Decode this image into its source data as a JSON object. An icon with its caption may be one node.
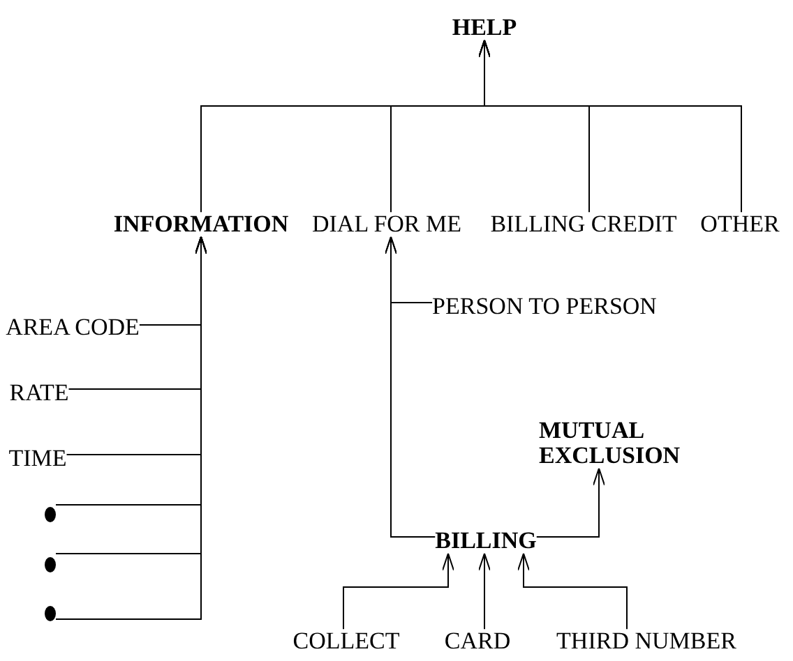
{
  "diagram": {
    "nodes": [
      {
        "text": [
          "HELP"
        ]
      },
      {
        "text": [
          "INFORMATION"
        ]
      },
      {
        "text": [
          "DIAL FOR ME"
        ]
      },
      {
        "text": [
          "BILLING CREDIT"
        ]
      },
      {
        "text": [
          "OTHER"
        ]
      },
      {
        "text": [
          "AREA CODE"
        ]
      },
      {
        "text": [
          "RATE"
        ]
      },
      {
        "text": [
          "TIME"
        ]
      },
      {
        "text": [],
        "shape": "circle"
      },
      {
        "text": [],
        "shape": "circle"
      },
      {
        "text": [],
        "shape": "circle"
      },
      {
        "text": [
          "PERSON TO PERSON"
        ]
      },
      {
        "text": [
          "BILLING"
        ]
      },
      {
        "text": [
          "MUTUAL EXCLUSION"
        ]
      },
      {
        "text": [
          "COLLECT"
        ]
      },
      {
        "text": [
          "CARD"
        ]
      },
      {
        "text": [
          "THIRD NUMBER"
        ]
      }
    ],
    "edges": [
      {
        "from": 1,
        "to": 0,
        "arrow": "to"
      },
      {
        "from": 2,
        "to": 0,
        "arrow": "to"
      },
      {
        "from": 3,
        "to": 0,
        "arrow": "to"
      },
      {
        "from": 4,
        "to": 0,
        "arrow": "to"
      },
      {
        "from": 5,
        "to": 1,
        "arrow": "to"
      },
      {
        "from": 6,
        "to": 1,
        "arrow": "to"
      },
      {
        "from": 7,
        "to": 1,
        "arrow": "to"
      },
      {
        "from": 8,
        "to": 1,
        "arrow": "to"
      },
      {
        "from": 9,
        "to": 1,
        "arrow": "to"
      },
      {
        "from": 10,
        "to": 1,
        "arrow": "to"
      },
      {
        "from": 11,
        "to": 2,
        "arrow": "to"
      },
      {
        "from": 12,
        "to": 2,
        "arrow": "to"
      },
      {
        "from": 12,
        "to": 13,
        "arrow": "to"
      },
      {
        "from": 14,
        "to": 12,
        "arrow": "to"
      },
      {
        "from": 15,
        "to": 12,
        "arrow": "to"
      },
      {
        "from": 16,
        "to": 12,
        "arrow": "to"
      }
    ]
  }
}
